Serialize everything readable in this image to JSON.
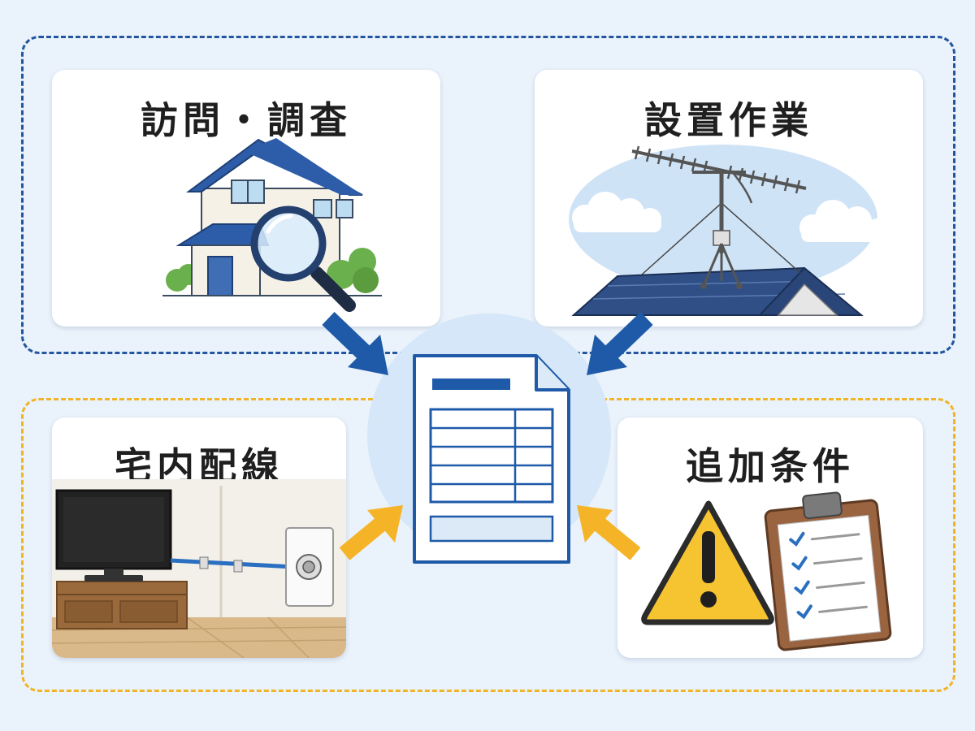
{
  "steps": {
    "survey": {
      "title": "訪問・調査"
    },
    "install": {
      "title": "設置作業"
    },
    "wiring": {
      "title": "宅内配線"
    },
    "extra": {
      "title": "追加条件"
    }
  },
  "icons": {
    "survey": "house-magnifier-icon",
    "install": "roof-antenna-icon",
    "wiring": "tv-cable-outlet-icon",
    "extra": "warning-clipboard-icon",
    "center": "estimate-document-icon"
  },
  "colors": {
    "background": "#eaf2fb",
    "top_group": "#2456a0",
    "bottom_group": "#f0b429",
    "blue_arrow": "#1e5aa8",
    "yellow_arrow": "#f5b428"
  }
}
